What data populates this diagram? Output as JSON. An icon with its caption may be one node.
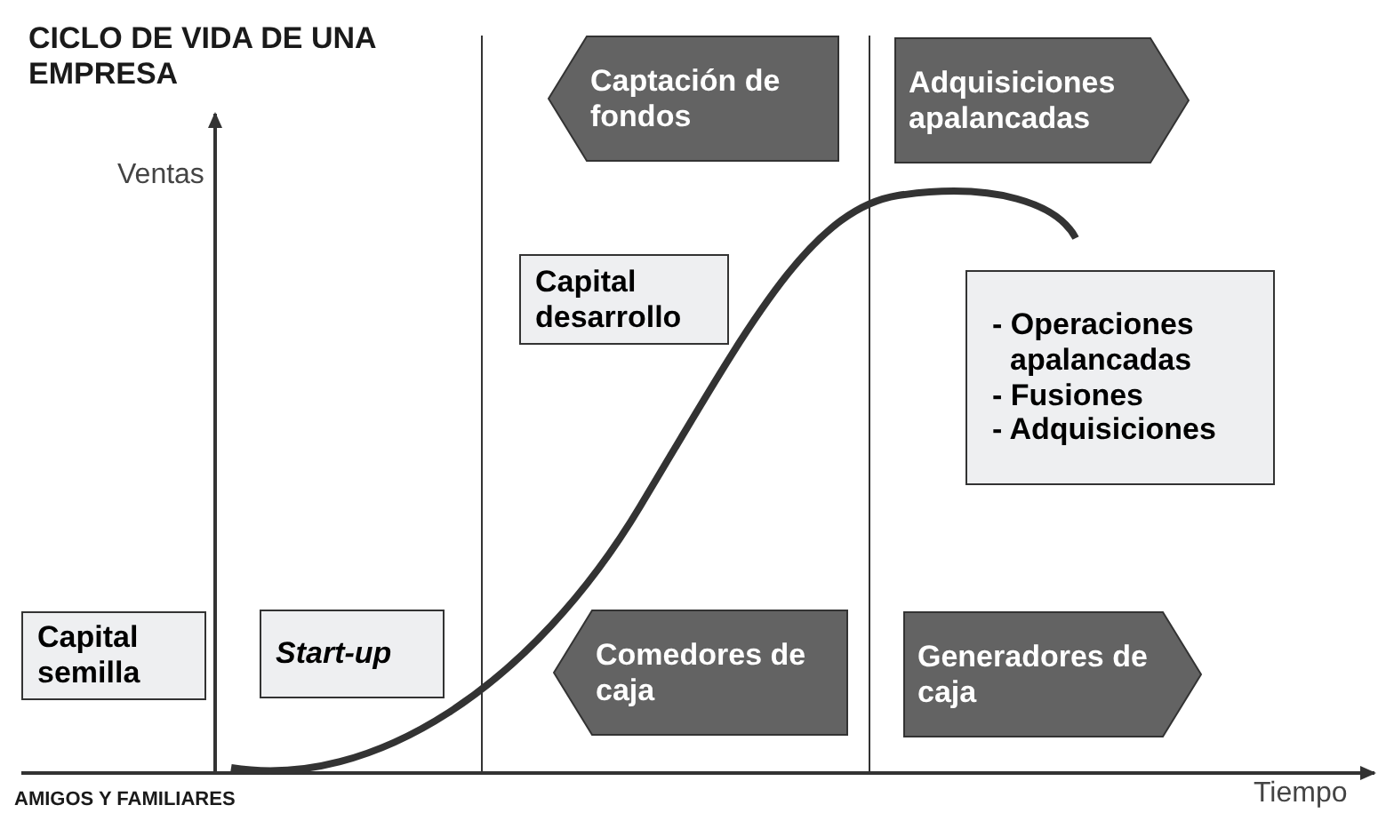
{
  "diagram": {
    "title": "CICLO DE VIDA DE UNA EMPRESA",
    "nodes": [
      {
        "text": [
          "Capital semilla"
        ]
      },
      {
        "text": [
          "Start-up"
        ]
      },
      {
        "text": [
          "Captación de fondos"
        ]
      },
      {
        "text": [
          "Capital desarrollo"
        ]
      },
      {
        "text": [
          "Adquisiciones apalancadas"
        ]
      },
      {
        "text": [
          "- Operaciones apalancadas",
          "- Fusiones",
          "- Adquisiciones"
        ]
      },
      {
        "text": [
          "Comedores de caja"
        ]
      },
      {
        "text": [
          "Generadores de caja"
        ]
      }
    ],
    "labels": [
      "Ventas",
      "Tiempo",
      "AMIGOS Y FAMILIARES"
    ]
  }
}
